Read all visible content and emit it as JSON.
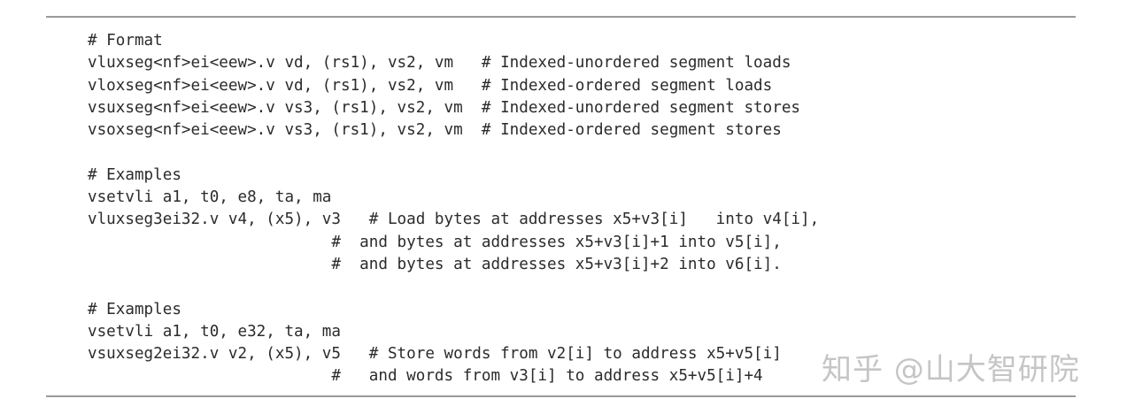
{
  "code_lines": [
    "# Format",
    "vluxseg<nf>ei<eew>.v vd, (rs1), vs2, vm   # Indexed-unordered segment loads",
    "vloxseg<nf>ei<eew>.v vd, (rs1), vs2, vm   # Indexed-ordered segment loads",
    "vsuxseg<nf>ei<eew>.v vs3, (rs1), vs2, vm  # Indexed-unordered segment stores",
    "vsoxseg<nf>ei<eew>.v vs3, (rs1), vs2, vm  # Indexed-ordered segment stores",
    "",
    "# Examples",
    "vsetvli a1, t0, e8, ta, ma",
    "vluxseg3ei32.v v4, (x5), v3   # Load bytes at addresses x5+v3[i]   into v4[i],",
    "                          #  and bytes at addresses x5+v3[i]+1 into v5[i],",
    "                          #  and bytes at addresses x5+v3[i]+2 into v6[i].",
    "",
    "# Examples",
    "vsetvli a1, t0, e32, ta, ma",
    "vsuxseg2ei32.v v2, (x5), v5   # Store words from v2[i] to address x5+v5[i]",
    "                          #   and words from v3[i] to address x5+v5[i]+4"
  ],
  "watermark": "知乎 @山大智研院"
}
